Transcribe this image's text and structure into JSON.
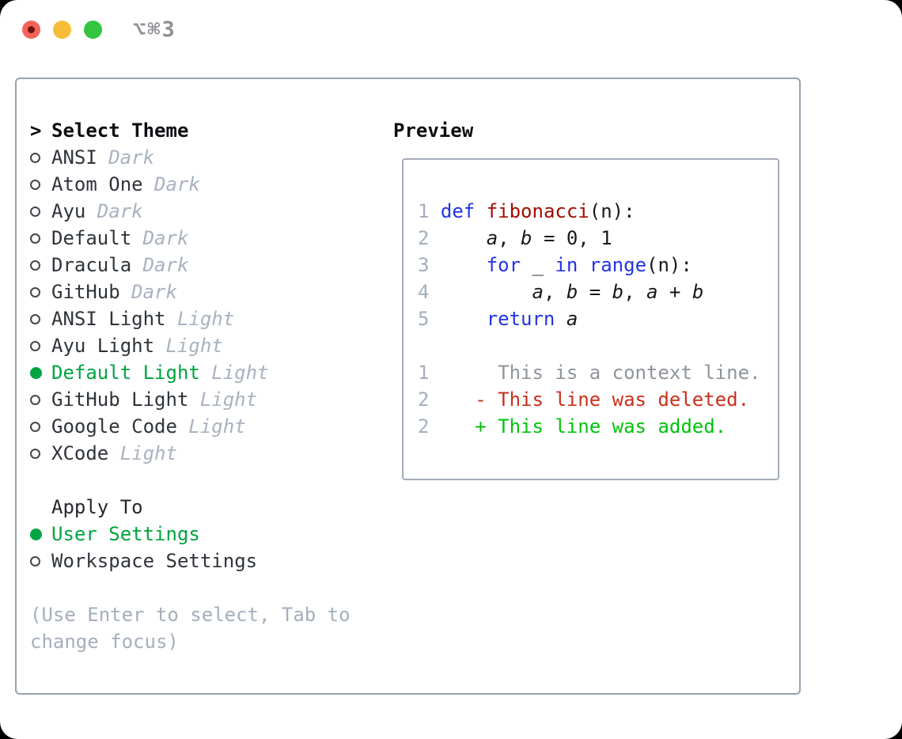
{
  "titlebar": {
    "shortcut": "⌥⌘3",
    "traffic_lights": [
      "close",
      "minimize",
      "zoom"
    ]
  },
  "theme_panel": {
    "header": {
      "prefix": ">",
      "label": "Select Theme"
    },
    "themes": [
      {
        "name": "ANSI",
        "variant": "Dark",
        "selected": false
      },
      {
        "name": "Atom One",
        "variant": "Dark",
        "selected": false
      },
      {
        "name": "Ayu",
        "variant": "Dark",
        "selected": false
      },
      {
        "name": "Default",
        "variant": "Dark",
        "selected": false
      },
      {
        "name": "Dracula",
        "variant": "Dark",
        "selected": false
      },
      {
        "name": "GitHub",
        "variant": "Dark",
        "selected": false
      },
      {
        "name": "ANSI Light",
        "variant": "Light",
        "selected": false
      },
      {
        "name": "Ayu Light",
        "variant": "Light",
        "selected": false
      },
      {
        "name": "Default Light",
        "variant": "Light",
        "selected": true
      },
      {
        "name": "GitHub Light",
        "variant": "Light",
        "selected": false
      },
      {
        "name": "Google Code",
        "variant": "Light",
        "selected": false
      },
      {
        "name": "XCode",
        "variant": "Light",
        "selected": false
      }
    ],
    "apply_to": {
      "label": "Apply To",
      "options": [
        {
          "label": "User Settings",
          "selected": true
        },
        {
          "label": "Workspace Settings",
          "selected": false
        }
      ]
    },
    "hint_lines": [
      "(Use Enter to select, Tab to",
      "change focus)"
    ]
  },
  "preview": {
    "label": "Preview",
    "code_lines": [
      {
        "num": "1",
        "segments": [
          {
            "text": "def",
            "style": "keyword"
          },
          {
            "text": " "
          },
          {
            "text": "fibonacci",
            "style": "function"
          },
          {
            "text": "(n):"
          }
        ]
      },
      {
        "num": "2",
        "segments": [
          {
            "text": "    "
          },
          {
            "text": "a",
            "style": "variable"
          },
          {
            "text": ", "
          },
          {
            "text": "b",
            "style": "variable"
          },
          {
            "text": " = 0, 1"
          }
        ]
      },
      {
        "num": "3",
        "segments": [
          {
            "text": "    "
          },
          {
            "text": "for",
            "style": "keyword"
          },
          {
            "text": " _ "
          },
          {
            "text": "in",
            "style": "keyword"
          },
          {
            "text": " "
          },
          {
            "text": "range",
            "style": "keyword"
          },
          {
            "text": "(n):"
          }
        ]
      },
      {
        "num": "4",
        "segments": [
          {
            "text": "        "
          },
          {
            "text": "a",
            "style": "variable"
          },
          {
            "text": ", "
          },
          {
            "text": "b",
            "style": "variable"
          },
          {
            "text": " = "
          },
          {
            "text": "b",
            "style": "variable"
          },
          {
            "text": ", "
          },
          {
            "text": "a",
            "style": "variable"
          },
          {
            "text": " + "
          },
          {
            "text": "b",
            "style": "variable"
          }
        ]
      },
      {
        "num": "5",
        "segments": [
          {
            "text": "    "
          },
          {
            "text": "return",
            "style": "keyword"
          },
          {
            "text": " "
          },
          {
            "text": "a",
            "style": "variable"
          }
        ]
      }
    ],
    "diff_lines": [
      {
        "num": "1",
        "style": "context",
        "text": "     This is a context line."
      },
      {
        "num": "2",
        "style": "deleted",
        "text": "   - This line was deleted."
      },
      {
        "num": "2",
        "style": "added",
        "text": "   + This line was added."
      }
    ]
  },
  "colors": {
    "panel_border": "#99a2ae",
    "preview_box_border": "#a4acb8",
    "text": "#2f343a",
    "header_text": "#0c0e11",
    "variant_muted": "#a9b2c0",
    "hint": "#a6aebc",
    "line_number": "#a3aebc",
    "selection_green": "#00a440",
    "keyword_blue": "#2334e4",
    "function_red": "#a00e00",
    "code_text": "#16191d",
    "diff_context": "#8f949c",
    "diff_deleted": "#c9301c",
    "diff_added": "#00c30d",
    "titlebar_text": "#8e9196",
    "traffic_red": "#f4635a",
    "traffic_yellow": "#f7bd37",
    "traffic_green": "#33c440"
  }
}
